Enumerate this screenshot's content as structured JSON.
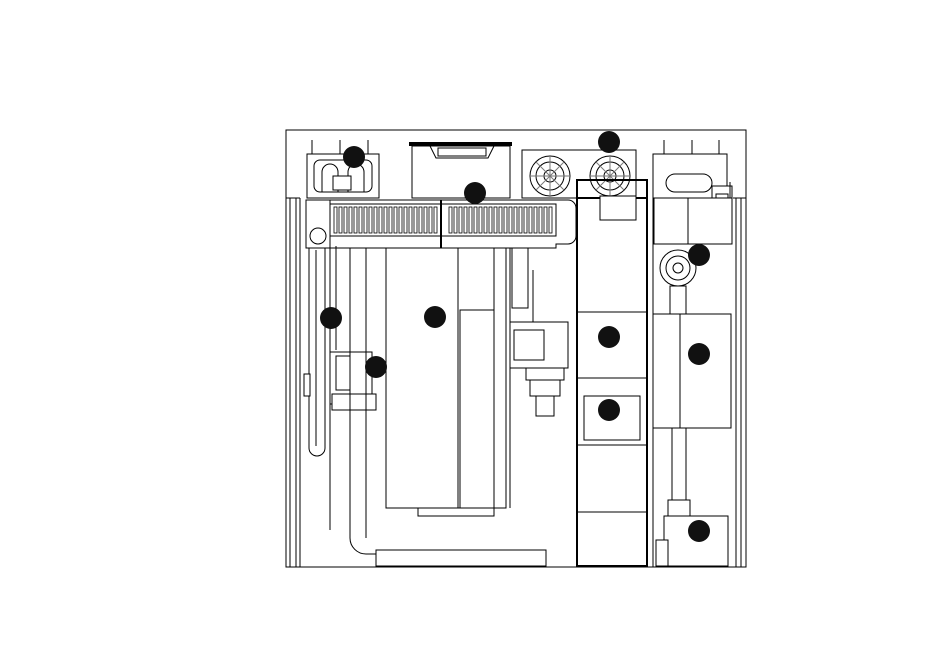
{
  "diagram": {
    "type": "equipment-layout-top-view",
    "marker_color": "#111111",
    "line_color": "#000000",
    "markers": [
      "marker-hose-connectors",
      "marker-top-fan-pair",
      "marker-heat-sink-fins",
      "marker-right-pump",
      "marker-left-tube",
      "marker-main-tank",
      "marker-left-bracket",
      "marker-middle-upper-compartment",
      "marker-right-box",
      "marker-middle-lower-compartment",
      "marker-bottom-right-pump"
    ],
    "labels": {
      "motor_label": "",
      "bracket_label": ""
    }
  }
}
